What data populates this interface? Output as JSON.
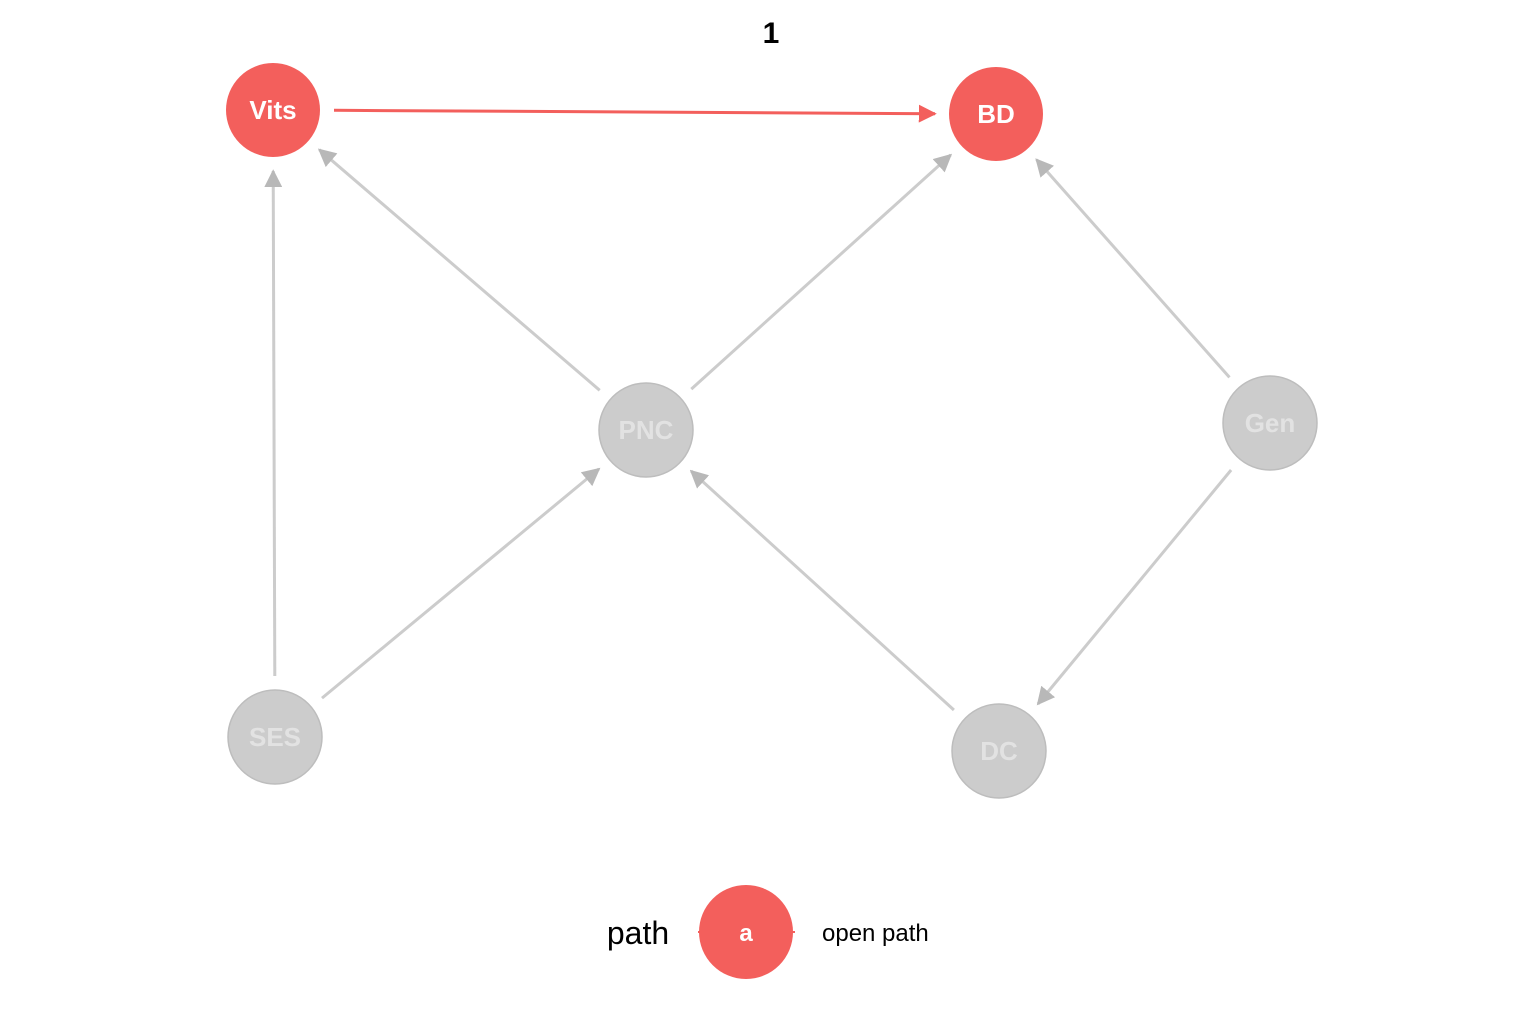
{
  "title": "1",
  "colors": {
    "open_path": "#f35f5c",
    "inactive_fill": "#cccccc",
    "inactive_edge": "#cccccc",
    "inactive_text": "#e2e2e2",
    "active_text": "#ffffff"
  },
  "nodes": [
    {
      "id": "vits",
      "label": "Vits",
      "status": "open path"
    },
    {
      "id": "bd",
      "label": "BD",
      "status": "open path"
    },
    {
      "id": "pnc",
      "label": "PNC",
      "status": "inactive"
    },
    {
      "id": "gen",
      "label": "Gen",
      "status": "inactive"
    },
    {
      "id": "ses",
      "label": "SES",
      "status": "inactive"
    },
    {
      "id": "dc",
      "label": "DC",
      "status": "inactive"
    }
  ],
  "edges": [
    {
      "from": "vits",
      "to": "bd",
      "status": "open path"
    },
    {
      "from": "ses",
      "to": "vits",
      "status": "inactive"
    },
    {
      "from": "pnc",
      "to": "vits",
      "status": "inactive"
    },
    {
      "from": "pnc",
      "to": "bd",
      "status": "inactive"
    },
    {
      "from": "gen",
      "to": "bd",
      "status": "inactive"
    },
    {
      "from": "ses",
      "to": "pnc",
      "status": "inactive"
    },
    {
      "from": "dc",
      "to": "pnc",
      "status": "inactive"
    },
    {
      "from": "gen",
      "to": "dc",
      "status": "inactive"
    }
  ],
  "legend": {
    "title": "path",
    "key_letter": "a",
    "label": "open path"
  }
}
